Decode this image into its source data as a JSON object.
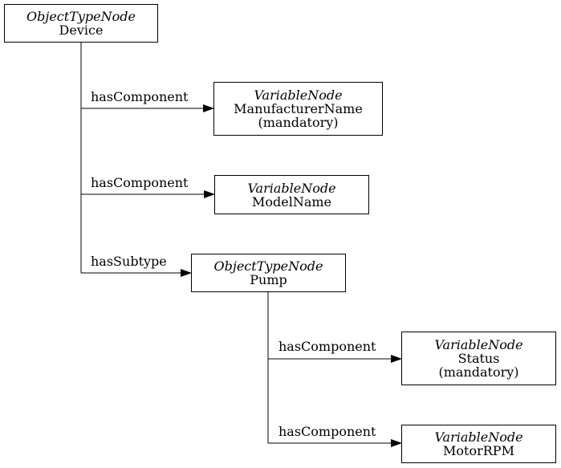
{
  "nodes": {
    "device": {
      "type": "ObjectTypeNode",
      "name": "Device"
    },
    "manufacturer_name": {
      "type": "VariableNode",
      "name": "ManufacturerName",
      "note": "(mandatory)"
    },
    "model_name": {
      "type": "VariableNode",
      "name": "ModelName"
    },
    "pump": {
      "type": "ObjectTypeNode",
      "name": "Pump"
    },
    "status": {
      "type": "VariableNode",
      "name": "Status",
      "note": "(mandatory)"
    },
    "motor_rpm": {
      "type": "VariableNode",
      "name": "MotorRPM"
    }
  },
  "edges": {
    "device_manufacturer": "hasComponent",
    "device_model": "hasComponent",
    "device_pump": "hasSubtype",
    "pump_status": "hasComponent",
    "pump_motor": "hasComponent"
  }
}
